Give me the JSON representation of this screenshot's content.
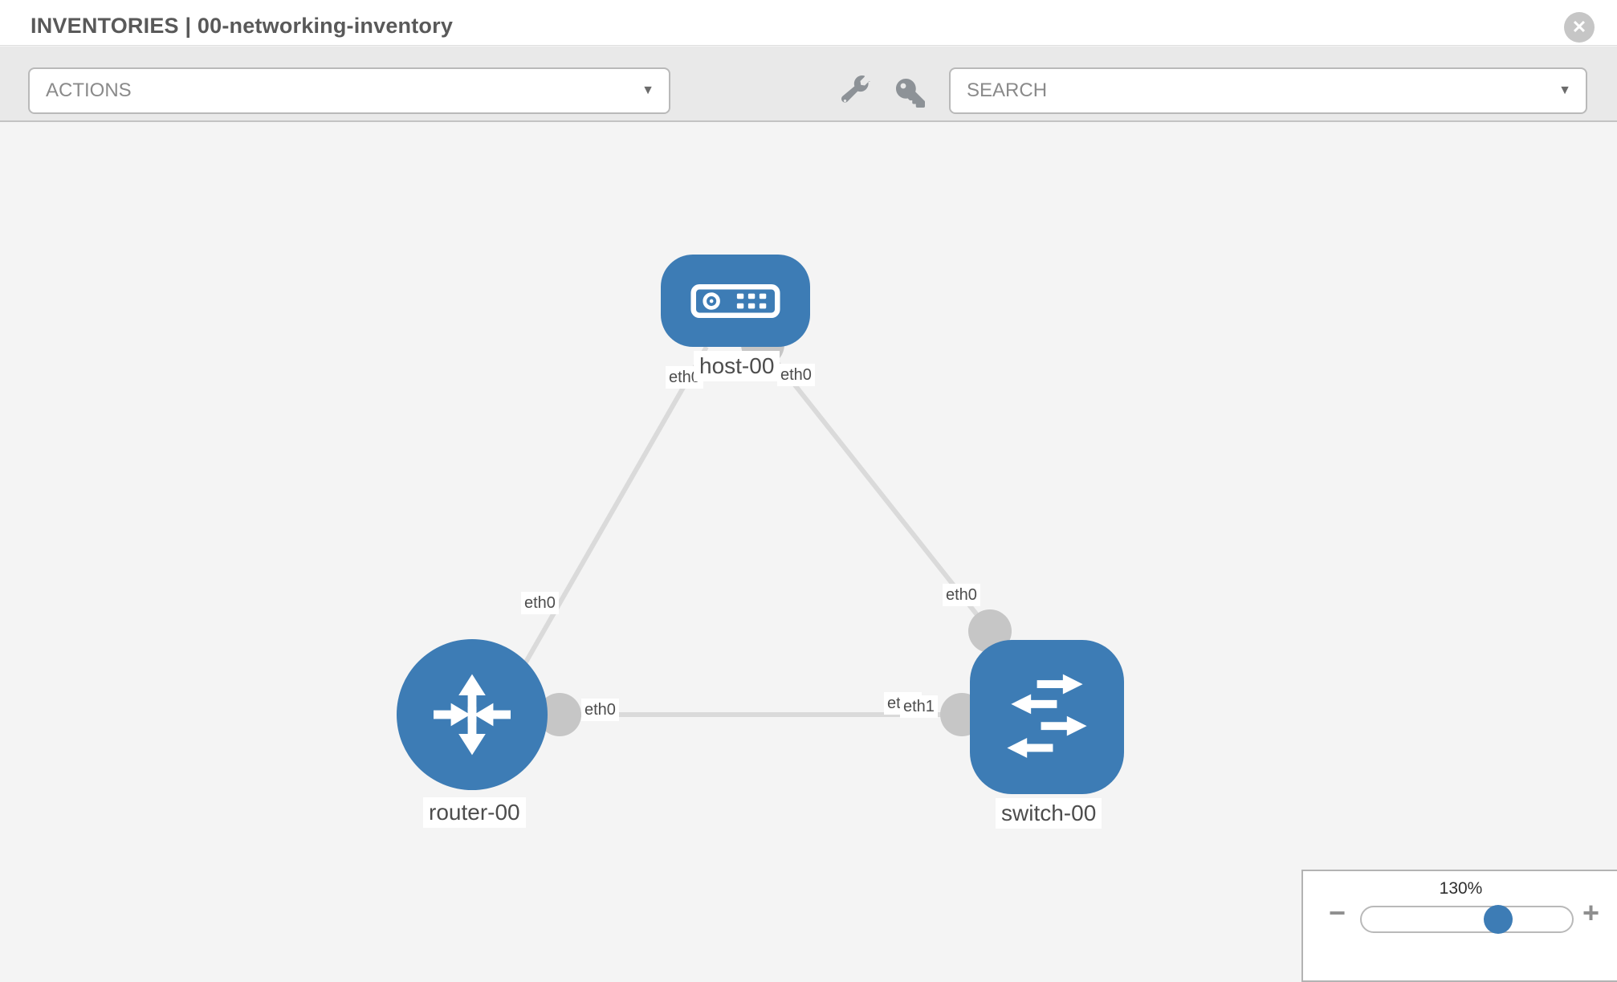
{
  "header": {
    "title": "INVENTORIES | 00-networking-inventory"
  },
  "toolbar": {
    "actions_label": "ACTIONS",
    "search_label": "SEARCH"
  },
  "icons": {
    "close": "✕",
    "caret_down": "▼",
    "minus": "−",
    "plus": "+",
    "wrench": "wrench-icon",
    "key": "key-icon"
  },
  "topology": {
    "nodes": [
      {
        "id": "host-00",
        "type": "host",
        "label": "host-00"
      },
      {
        "id": "router-00",
        "type": "router",
        "label": "router-00"
      },
      {
        "id": "switch-00",
        "type": "switch",
        "label": "switch-00"
      }
    ],
    "links": [
      {
        "source": "host-00",
        "source_interface": "eth0",
        "target": "router-00",
        "target_interface": "eth0"
      },
      {
        "source": "host-00",
        "source_interface": "eth0",
        "target": "switch-00",
        "target_interface": "eth0"
      },
      {
        "source": "router-00",
        "source_interface": "eth0",
        "target": "switch-00",
        "target_interface": "eth1"
      }
    ],
    "overlapping_label": "eth0"
  },
  "zoom_control": {
    "value": "130%"
  },
  "colors": {
    "node_fill": "#3d7cb5",
    "link_line": "#dadada",
    "connector_dot": "#c6c6c6",
    "toolbar_bg": "#e9e9e9",
    "canvas_bg": "#f4f4f4",
    "slider_handle": "#3d7cb5"
  }
}
